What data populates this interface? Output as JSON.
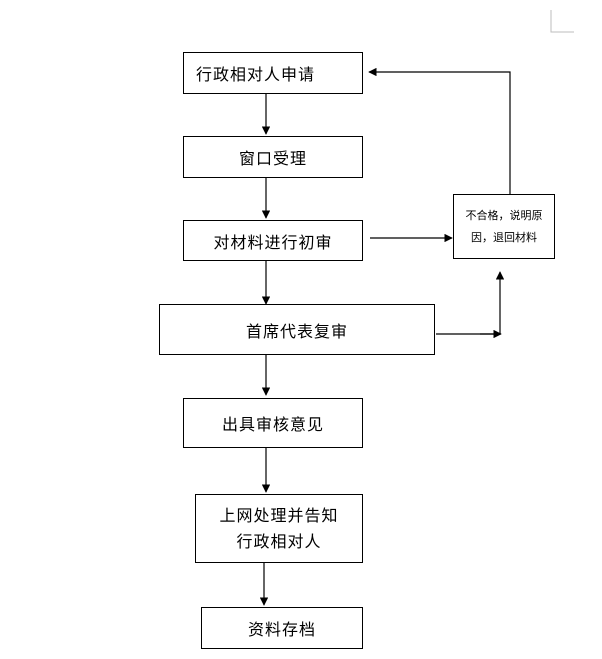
{
  "steps": {
    "apply": "行政相对人申请",
    "accept": "窗口受理",
    "preliminary": "对材料进行初审",
    "chief_review": "首席代表复审",
    "opinion": "出具审核意见",
    "online_notify_line1": "上网处理并告知",
    "online_notify_line2": "行政相对人",
    "archive": "资料存档"
  },
  "reject": {
    "line1": "不合格，说明原",
    "line2": "因，退回材料"
  }
}
